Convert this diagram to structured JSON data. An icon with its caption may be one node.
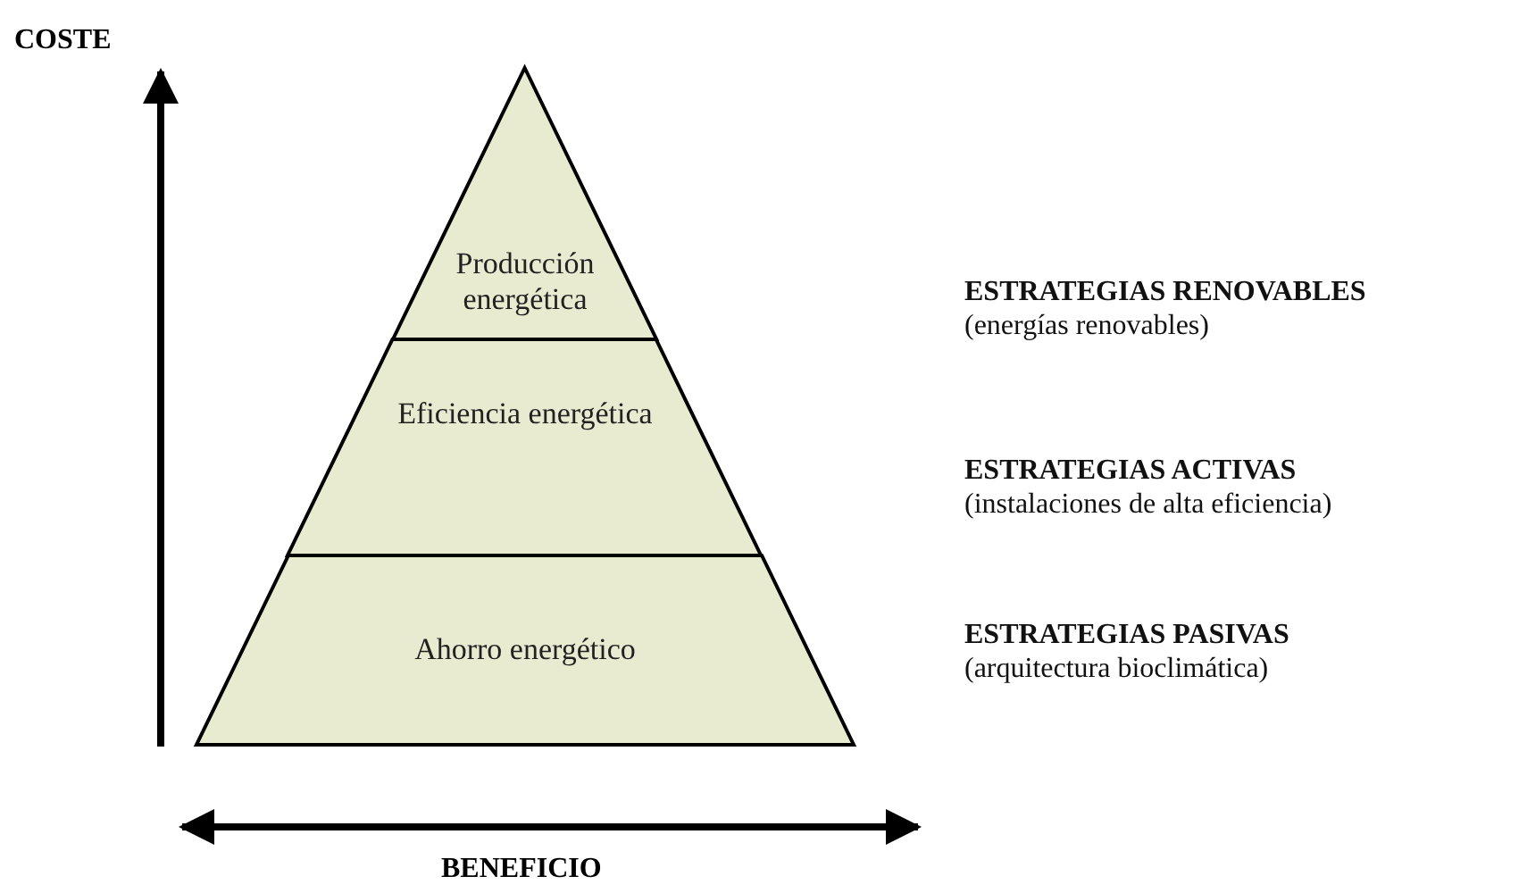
{
  "diagram": {
    "nodes": [
      {
        "text": [
          "Producción energética"
        ],
        "beside": [
          "ESTRATEGIAS RENOVABLES",
          "(energías renovables)"
        ]
      },
      {
        "text": [
          "Eficiencia energética"
        ],
        "beside": [
          "ESTRATEGIAS ACTIVAS",
          "(instalaciones de alta eficiencia)"
        ]
      },
      {
        "text": [
          "Ahorro energético"
        ],
        "beside": [
          "ESTRATEGIAS PASIVAS",
          "(arquitectura bioclimática)"
        ]
      }
    ],
    "edges": [],
    "labels": [
      "COSTE",
      "BENEFICIO"
    ]
  }
}
